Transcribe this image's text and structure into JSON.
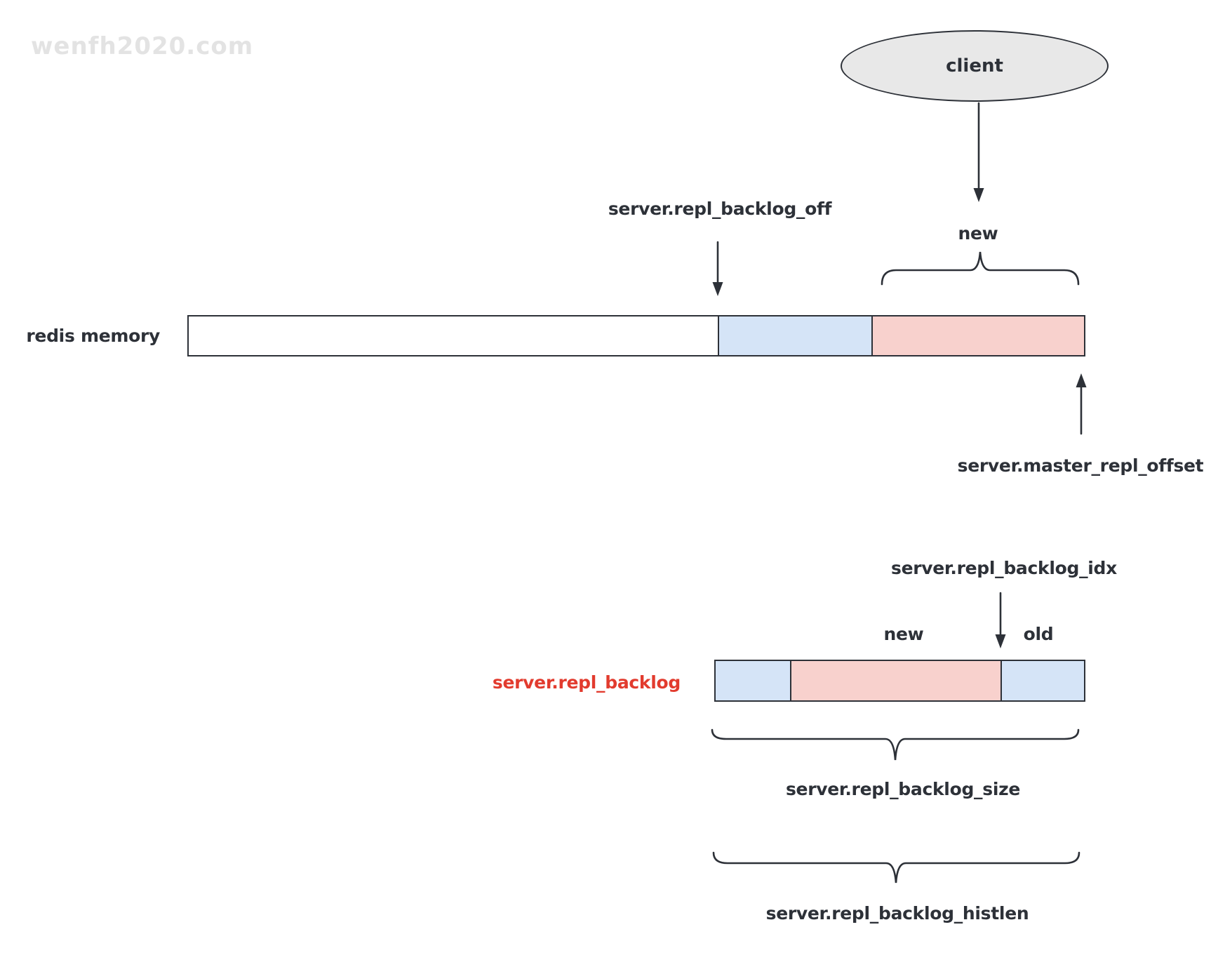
{
  "watermark": "wenfh2020.com",
  "colors": {
    "ink": "#2d3138",
    "blue": "#d5e4f7",
    "pink": "#f8d1cd",
    "gray": "#e8e8e8",
    "red": "#e23b2e",
    "watermark": "#e3e3e3"
  },
  "client": {
    "label": "client"
  },
  "redis_memory": {
    "label": "redis memory"
  },
  "labels": {
    "repl_backlog_off": "server.repl_backlog_off",
    "master_repl_offset": "server.master_repl_offset",
    "repl_backlog_idx": "server.repl_backlog_idx",
    "repl_backlog": "server.repl_backlog",
    "repl_backlog_size": "server.repl_backlog_size",
    "repl_backlog_histlen": "server.repl_backlog_histlen",
    "new_top": "new",
    "new_bottom": "new",
    "old": "old"
  }
}
